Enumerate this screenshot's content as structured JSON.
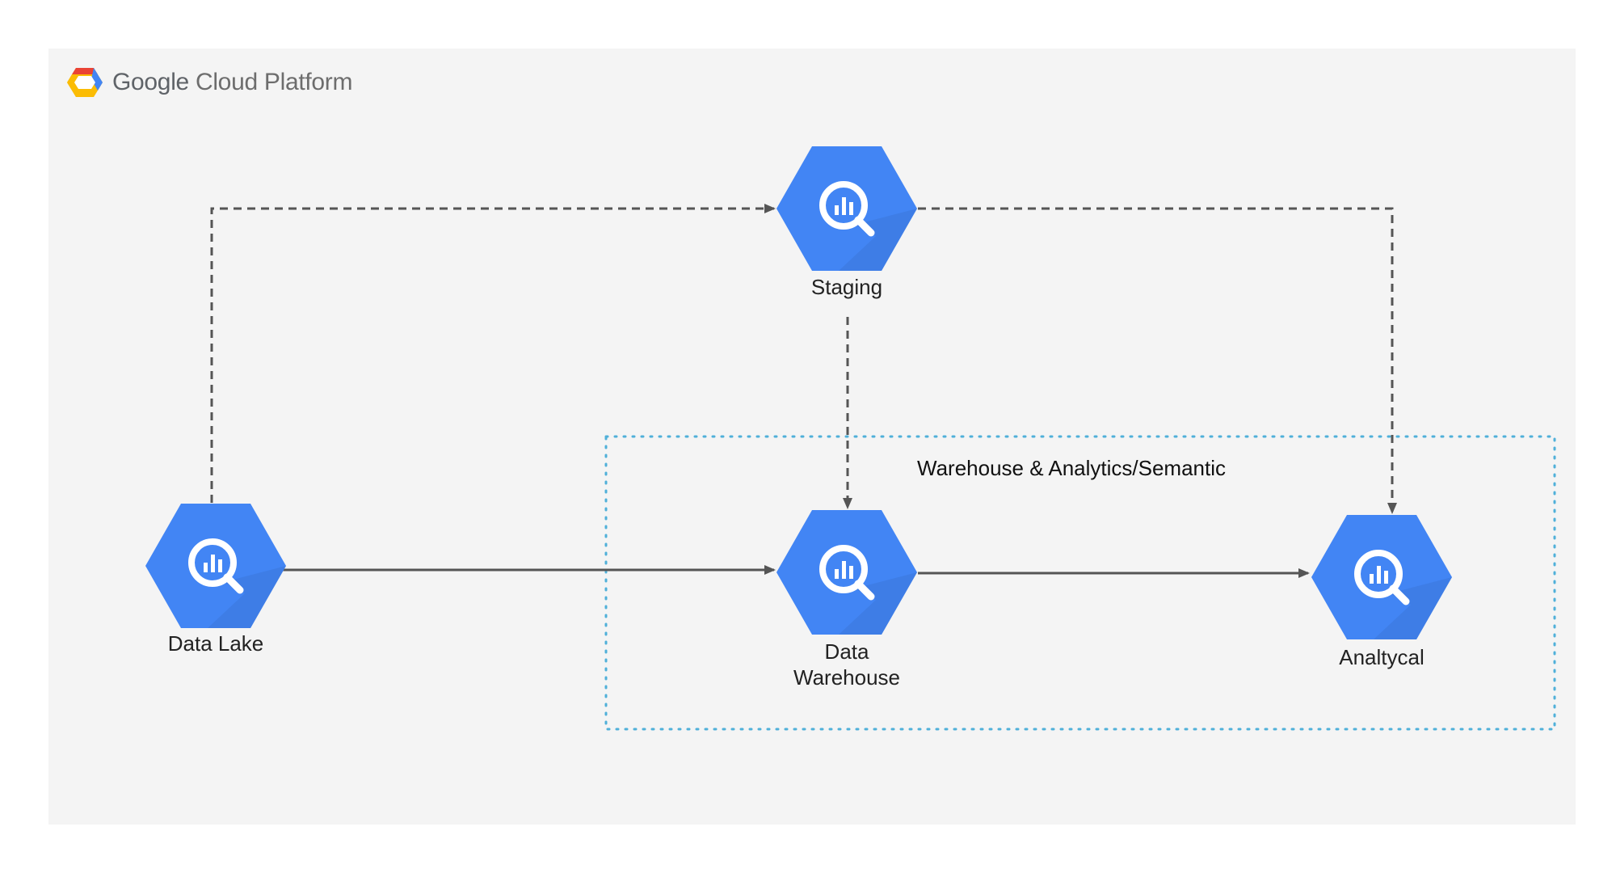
{
  "brand": {
    "google": "Google",
    "product": "Cloud Platform"
  },
  "group": {
    "label": "Warehouse & Analytics/Semantic"
  },
  "nodes": {
    "staging": {
      "label": "Staging",
      "icon": "bigquery-icon"
    },
    "data_lake": {
      "label": "Data Lake",
      "icon": "bigquery-icon"
    },
    "data_warehouse": {
      "label_line1": "Data",
      "label_line2": "Warehouse",
      "icon": "bigquery-icon"
    },
    "analytical": {
      "label": "Analtycal",
      "icon": "bigquery-icon"
    }
  },
  "edges": [
    {
      "from": "Data Lake",
      "to": "Staging",
      "style": "dashed"
    },
    {
      "from": "Staging",
      "to": "Data Warehouse",
      "style": "dashed"
    },
    {
      "from": "Staging",
      "to": "Analtycal",
      "style": "dashed"
    },
    {
      "from": "Data Lake",
      "to": "Data Warehouse",
      "style": "solid"
    },
    {
      "from": "Data Warehouse",
      "to": "Analtycal",
      "style": "solid"
    }
  ],
  "colors": {
    "hexagon": "#4285f4",
    "hexagon_shadow": "#3a77e0",
    "arrow": "#555555",
    "group_border": "#4fb0d9",
    "panel": "#f4f4f4"
  }
}
